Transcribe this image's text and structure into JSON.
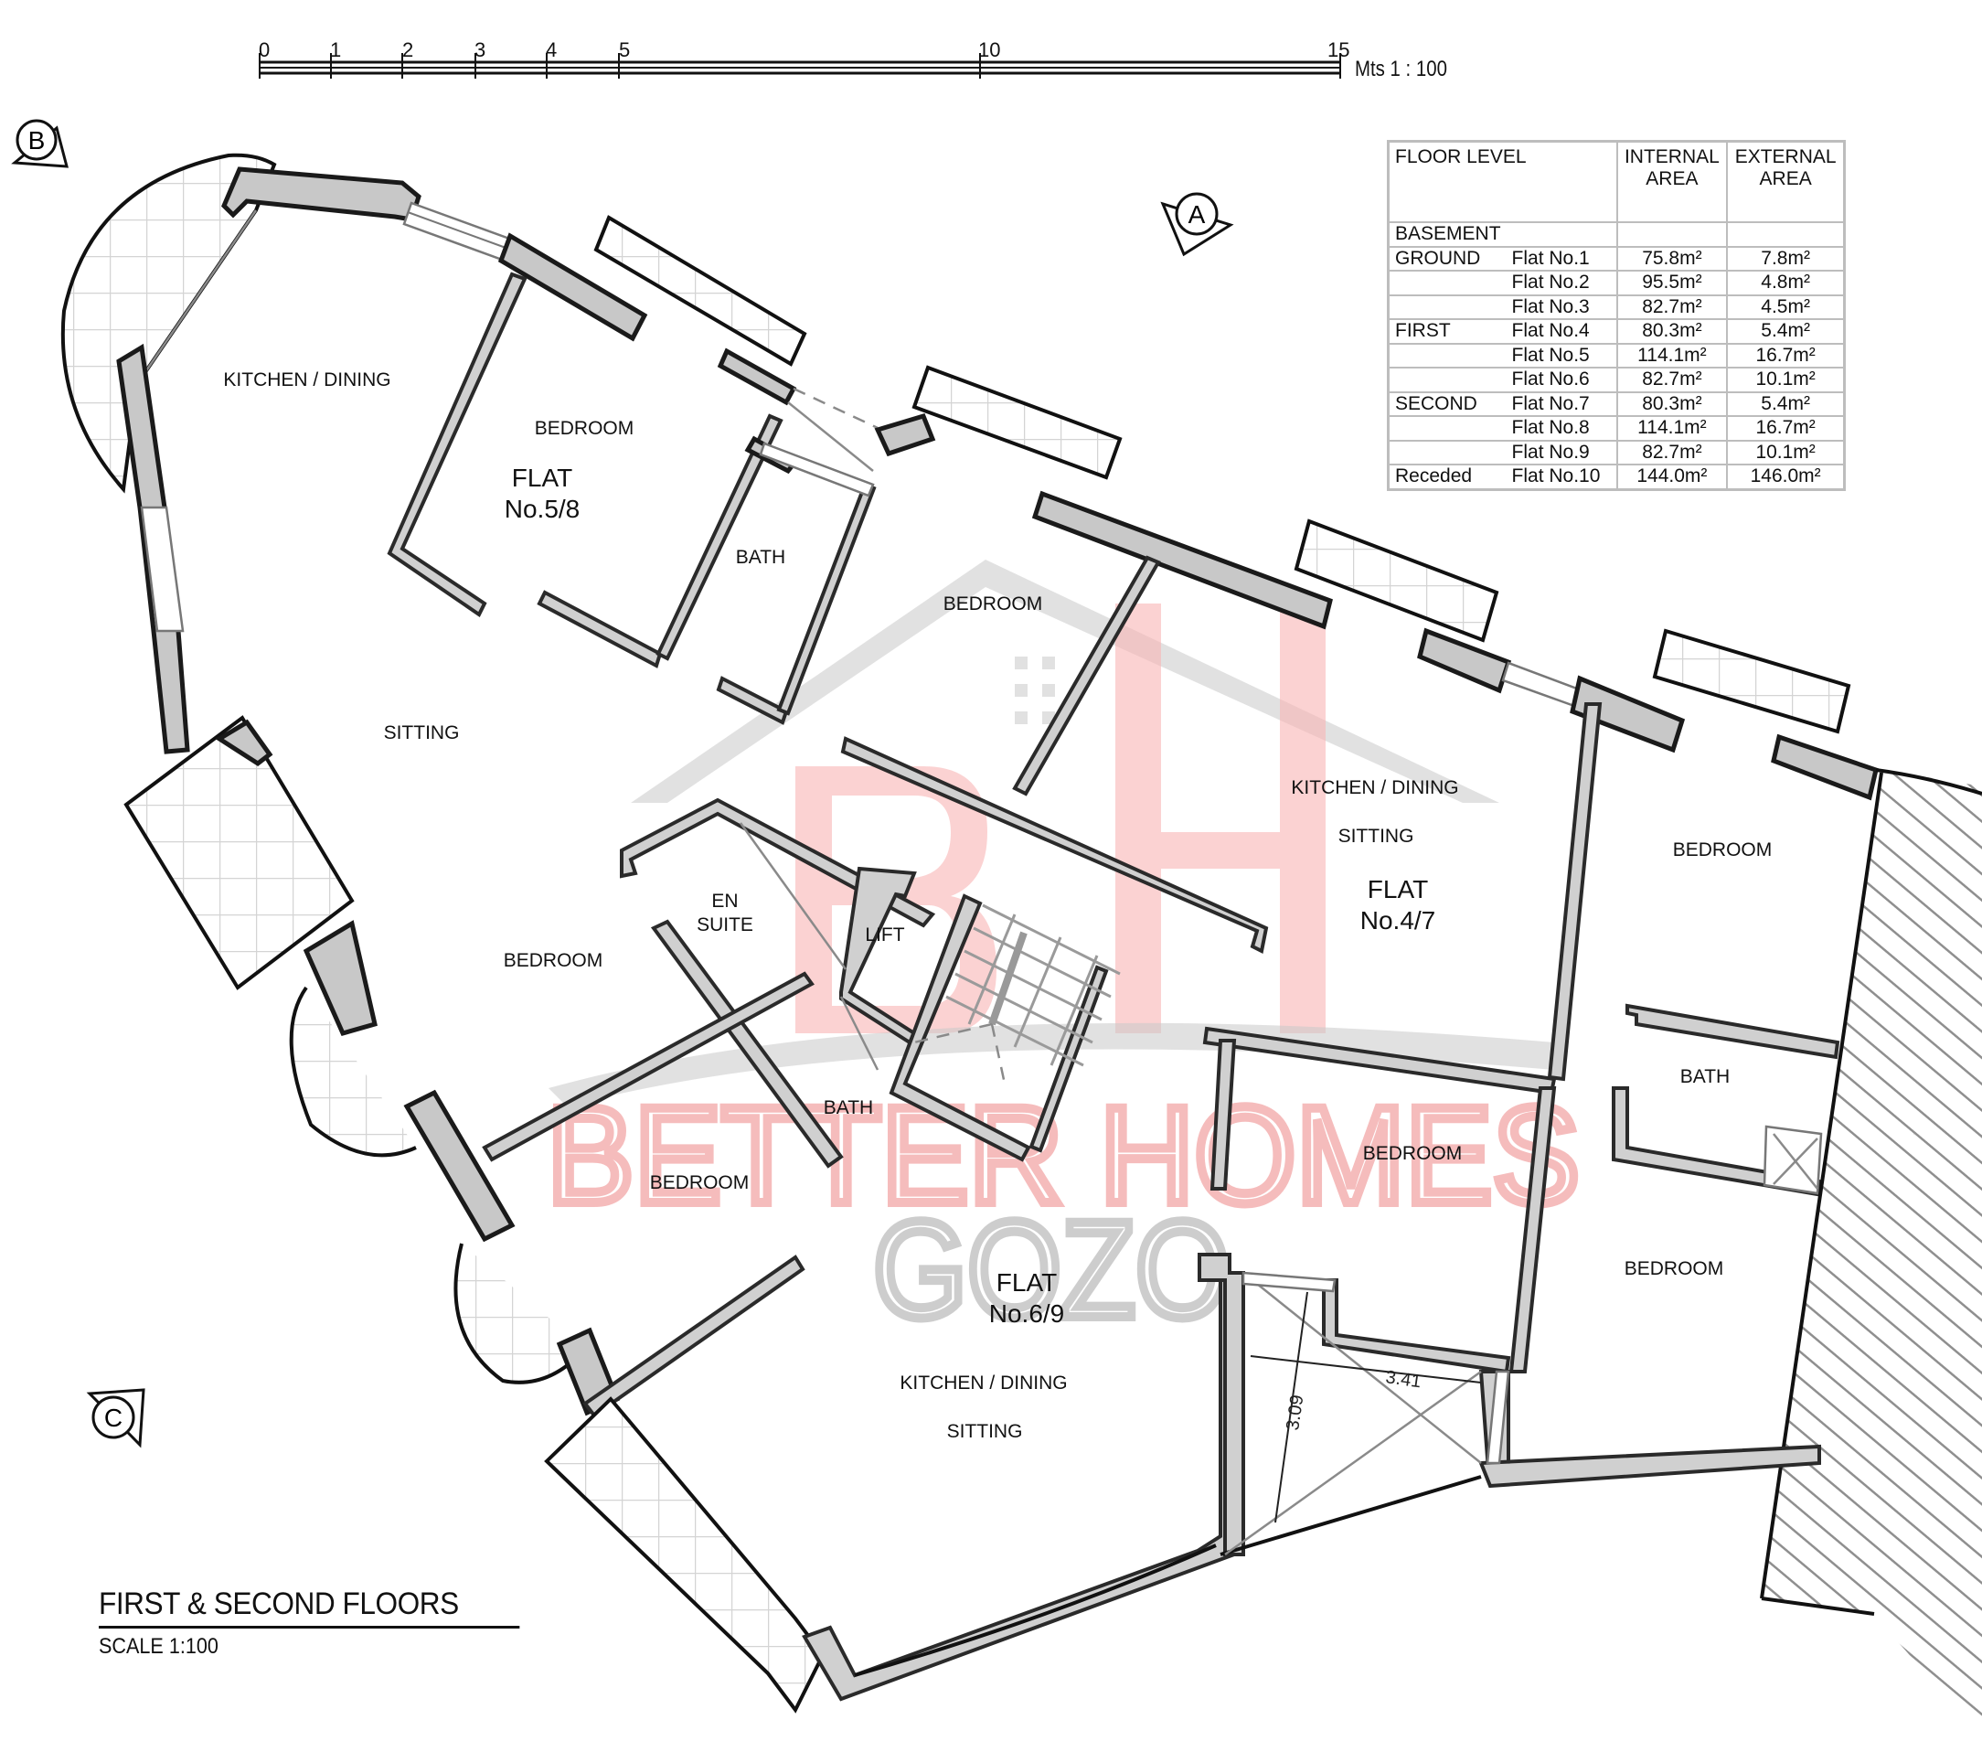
{
  "drawing": {
    "title": "FIRST & SECOND FLOORS",
    "scale_caption": "SCALE 1:100"
  },
  "scale_bar": {
    "ticks": [
      "0",
      "1",
      "2",
      "3",
      "4",
      "5",
      "10",
      "15"
    ],
    "label": "Mts 1 : 100"
  },
  "section_markers": {
    "a": "A",
    "b": "B",
    "c": "C"
  },
  "rooms": {
    "flat58_kitchen": "KITCHEN / DINING",
    "flat58_bedroom": "BEDROOM",
    "flat58_bath": "BATH",
    "flat58_sitting": "SITTING",
    "flat58_bedroom2": "BEDROOM",
    "ensuite_line1": "EN",
    "ensuite_line2": "SUITE",
    "lift": "LIFT",
    "central_bedroom": "BEDROOM",
    "central_bath": "BATH",
    "flat47_kitchen": "KITCHEN / DINING",
    "flat47_sitting": "SITTING",
    "flat47_bedroom": "BEDROOM",
    "flat47_bath": "BATH",
    "flat47_bedroom2": "BEDROOM",
    "flat69_bedroom": "BEDROOM",
    "flat69_bedroom_mid": "BEDROOM",
    "flat69_kitchen": "KITCHEN / DINING",
    "flat69_sitting": "SITTING"
  },
  "flats": {
    "f58": {
      "line1": "FLAT",
      "line2": "No.5/8"
    },
    "f47": {
      "line1": "FLAT",
      "line2": "No.4/7"
    },
    "f69": {
      "line1": "FLAT",
      "line2": "No.6/9"
    }
  },
  "dimensions": {
    "width": "3.41",
    "depth": "3.09"
  },
  "watermark": {
    "logo": "BH",
    "line1": "BETTER HOMES",
    "line2": "GOZO"
  },
  "area_table": {
    "headers": {
      "level": "FLOOR LEVEL",
      "internal": "INTERNAL AREA",
      "external": "EXTERNAL AREA"
    },
    "rows": [
      {
        "level": "BASEMENT",
        "flat": "",
        "internal": "",
        "external": ""
      },
      {
        "level": "GROUND",
        "flat": "Flat No.1",
        "internal": "75.8m²",
        "external": "7.8m²"
      },
      {
        "level": "",
        "flat": "Flat No.2",
        "internal": "95.5m²",
        "external": "4.8m²"
      },
      {
        "level": "",
        "flat": "Flat No.3",
        "internal": "82.7m²",
        "external": "4.5m²"
      },
      {
        "level": "FIRST",
        "flat": "Flat No.4",
        "internal": "80.3m²",
        "external": "5.4m²"
      },
      {
        "level": "",
        "flat": "Flat No.5",
        "internal": "114.1m²",
        "external": "16.7m²"
      },
      {
        "level": "",
        "flat": "Flat No.6",
        "internal": "82.7m²",
        "external": "10.1m²"
      },
      {
        "level": "SECOND",
        "flat": "Flat No.7",
        "internal": "80.3m²",
        "external": "5.4m²"
      },
      {
        "level": "",
        "flat": "Flat No.8",
        "internal": "114.1m²",
        "external": "16.7m²"
      },
      {
        "level": "",
        "flat": "Flat No.9",
        "internal": "82.7m²",
        "external": "10.1m²"
      },
      {
        "level": "Receded",
        "flat": "Flat No.10",
        "internal": "144.0m²",
        "external": "146.0m²"
      }
    ]
  }
}
